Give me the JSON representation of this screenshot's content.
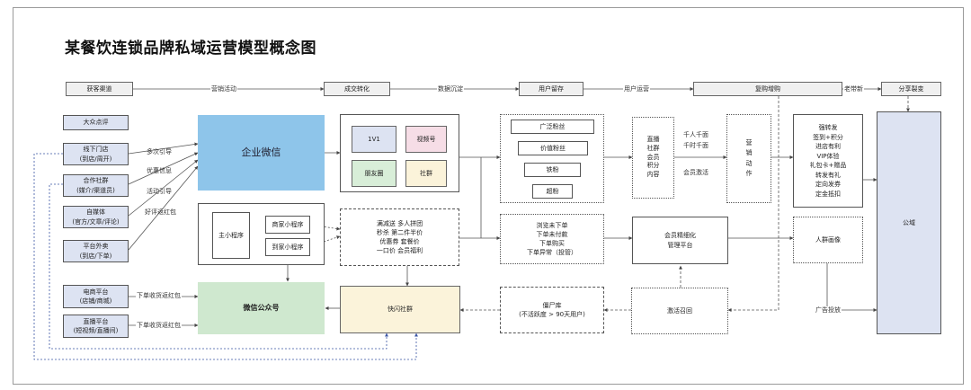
{
  "title": "某餐饮连锁品牌私域运营模型概念图",
  "stages": [
    "获客渠道",
    "成交转化",
    "用户留存",
    "复购增购",
    "分享裂变"
  ],
  "stage_labels": [
    "营销活动",
    "数据沉淀",
    "用户运营",
    "老带新"
  ],
  "channels": [
    {
      "line1": "大众点评",
      "line2": ""
    },
    {
      "line1": "线下门店",
      "line2": "(到店/周开)"
    },
    {
      "line1": "合作社群",
      "line2": "(媒介/渠道员)"
    },
    {
      "line1": "自媒体",
      "line2": "(官方/文章/评论)"
    },
    {
      "line1": "平台外卖",
      "line2": "(到店/下单)"
    },
    {
      "line1": "电商平台",
      "line2": "(店铺/商城)"
    },
    {
      "line1": "直播平台",
      "line2": "(短视频/直播间)"
    }
  ],
  "channel_arrows": [
    "多次引导",
    "优惠信息",
    "活动引导",
    "好评返红包"
  ],
  "order_arrows": [
    "下单收货返红包",
    "下单收货返红包"
  ],
  "wecom": "企业微信",
  "wecom_features": [
    "1V1",
    "视频号",
    "朋友圈",
    "社群"
  ],
  "mini": {
    "main": "主小程序",
    "a": "商家小程序",
    "b": "到家小程序"
  },
  "promos": [
    "满减送  多人拼团",
    "秒杀  第二件半价",
    "优惠券  套餐价",
    "一口价  会员福利"
  ],
  "oa": "微信公众号",
  "flash": "快闪社群",
  "fans": [
    "广泛粉丝",
    "价值粉丝",
    "铁粉",
    "超粉"
  ],
  "behavior": [
    "浏览未下单",
    "下单未付款",
    "下单购买",
    "下单异常（投管）"
  ],
  "dormant": [
    "僵尸库",
    "(不活跃度 > 90天用户)"
  ],
  "live_chars": [
    "直",
    "播",
    "社",
    "群",
    "会",
    "员",
    "积",
    "分",
    "内",
    "容"
  ],
  "live_lines": [
    "直播",
    "社群",
    "会员",
    "积分",
    "内容"
  ],
  "thousand": [
    "千人千面",
    "千时千面"
  ],
  "member_act": "会员激活",
  "mkt_action": [
    "营",
    "销",
    "动",
    "作"
  ],
  "member_platform": [
    "会员精细化",
    "管理平台"
  ],
  "recall": "激活召回",
  "rewards": [
    "强转发",
    "签到+积分",
    "进店有利",
    "VIP体验",
    "礼包卡+赠品",
    "转发有礼",
    "定向发券",
    "定金抵扣"
  ],
  "portrait": "人群画像",
  "ad": "广告投放",
  "public": "公域",
  "colors": {
    "wecom": "#8ec5ea",
    "oa": "#cfe8cf",
    "flash": "#fbf3da",
    "public": "#dde3f2",
    "f1v1": "#dde3f2",
    "fvideo": "#f6dde6",
    "fmoments": "#d8eed8",
    "fgroup": "#fbf3da"
  }
}
